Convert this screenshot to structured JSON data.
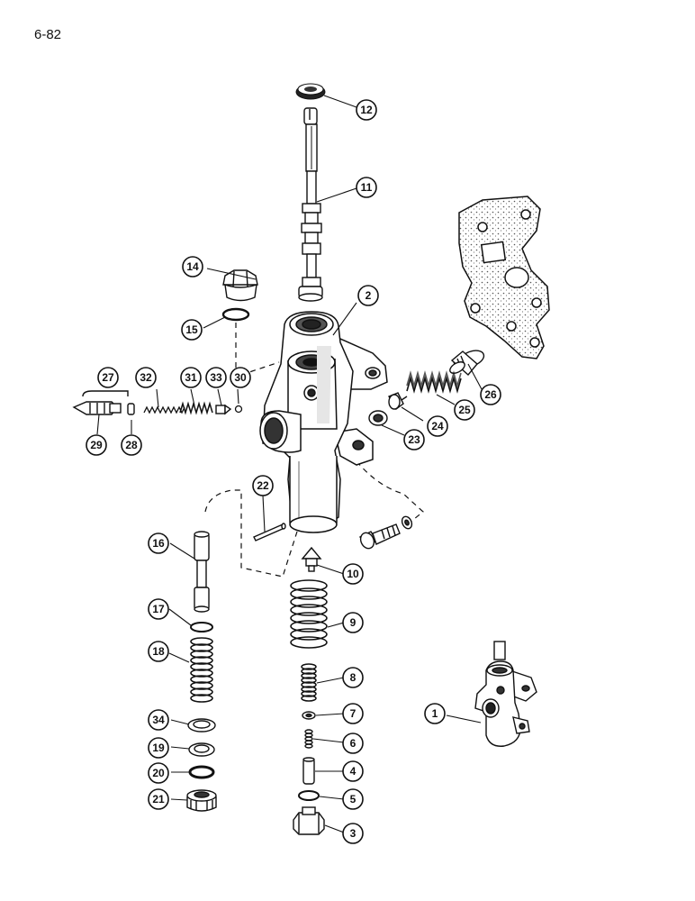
{
  "page": {
    "number": "6-82"
  },
  "colors": {
    "ink": "#111111",
    "shade": "#3a3a3a",
    "light": "#d9d9d9",
    "paper": "#ffffff"
  },
  "callouts": [
    {
      "id": "c1",
      "label": "1"
    },
    {
      "id": "c2",
      "label": "2"
    },
    {
      "id": "c3",
      "label": "3"
    },
    {
      "id": "c4",
      "label": "4"
    },
    {
      "id": "c5",
      "label": "5"
    },
    {
      "id": "c6",
      "label": "6"
    },
    {
      "id": "c7",
      "label": "7"
    },
    {
      "id": "c8",
      "label": "8"
    },
    {
      "id": "c9",
      "label": "9"
    },
    {
      "id": "c10",
      "label": "10"
    },
    {
      "id": "c11",
      "label": "11"
    },
    {
      "id": "c12",
      "label": "12"
    },
    {
      "id": "c14",
      "label": "14"
    },
    {
      "id": "c15",
      "label": "15"
    },
    {
      "id": "c16",
      "label": "16"
    },
    {
      "id": "c17",
      "label": "17"
    },
    {
      "id": "c18",
      "label": "18"
    },
    {
      "id": "c19",
      "label": "19"
    },
    {
      "id": "c20",
      "label": "20"
    },
    {
      "id": "c21",
      "label": "21"
    },
    {
      "id": "c22",
      "label": "22"
    },
    {
      "id": "c23",
      "label": "23"
    },
    {
      "id": "c24",
      "label": "24"
    },
    {
      "id": "c25",
      "label": "25"
    },
    {
      "id": "c26",
      "label": "26"
    },
    {
      "id": "c27",
      "label": "27"
    },
    {
      "id": "c28",
      "label": "28"
    },
    {
      "id": "c29",
      "label": "29"
    },
    {
      "id": "c30",
      "label": "30"
    },
    {
      "id": "c31",
      "label": "31"
    },
    {
      "id": "c32",
      "label": "32"
    },
    {
      "id": "c33",
      "label": "33"
    },
    {
      "id": "c34",
      "label": "34"
    }
  ]
}
